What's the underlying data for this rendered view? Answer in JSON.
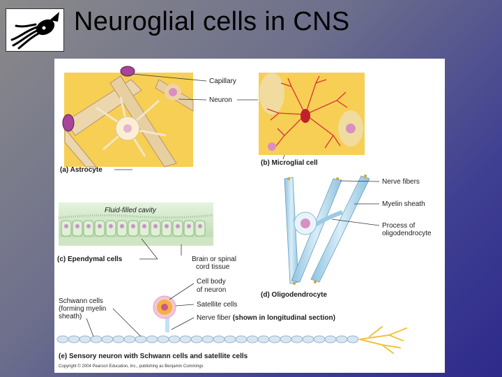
{
  "slide": {
    "title": "Neuroglial cells in CNS"
  },
  "logo": {
    "icon": "squid-logo-icon"
  },
  "figure": {
    "panels": {
      "a": "(a) Astrocyte",
      "b": "(b) Microglial cell",
      "c": "(c) Ependymal cells",
      "d": "(d) Oligodendrocyte",
      "e": "(e) Sensory neuron with Schwann cells and satellite cells"
    },
    "labels": {
      "capillary": "Capillary",
      "neuron": "Neuron",
      "nerve_fibers": "Nerve fibers",
      "myelin_sheath": "Myelin sheath",
      "process_line1": "Process of",
      "process_line2": "oligodendrocyte",
      "fluid_cavity": "Fluid-filled cavity",
      "brain_line1": "Brain or spinal",
      "brain_line2": "cord tissue",
      "cell_body_line1": "Cell body",
      "cell_body_line2": "of neuron",
      "satellite": "Satellite cells",
      "schwann_line1": "Schwann cells",
      "schwann_line2": "(forming myelin",
      "schwann_line3": "sheath)",
      "nerve_fiber_prefix": "Nerve fiber ",
      "nerve_fiber_note": "(shown in longitudinal section)"
    },
    "copyright": "Copyright © 2004 Pearson Education, Inc., publishing as Benjamin Cummings"
  },
  "colors": {
    "background_start": "#8a8a8a",
    "background_end": "#2d2a8a",
    "tissue_yellow": "#f7d35a",
    "capillary_tan": "#ead3a8",
    "nucleus_pink": "#d98fc4",
    "microglia_red": "#d8323a",
    "myelin_blue": "#bcdff0"
  }
}
